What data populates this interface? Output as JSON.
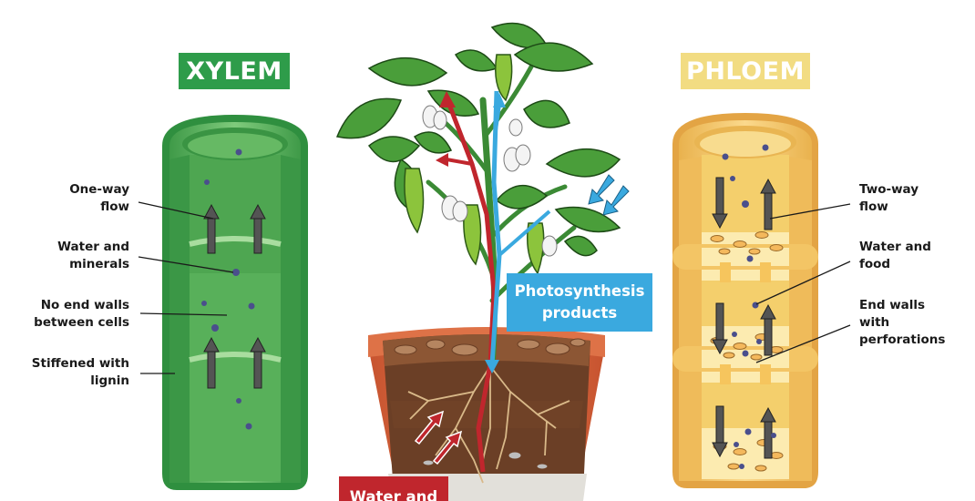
{
  "xylem": {
    "title": "XYLEM",
    "labels": [
      {
        "lines": [
          "One-way",
          "flow"
        ]
      },
      {
        "lines": [
          "Water and",
          "minerals"
        ]
      },
      {
        "lines": [
          "No end walls",
          "between cells"
        ]
      },
      {
        "lines": [
          "Stiffened with",
          "lignin"
        ]
      }
    ]
  },
  "phloem": {
    "title": "PHLOEM",
    "labels": [
      {
        "lines": [
          "Two-way",
          "flow"
        ]
      },
      {
        "lines": [
          "Water and",
          "food"
        ]
      },
      {
        "lines": [
          "End walls",
          "with",
          "perforations"
        ]
      }
    ]
  },
  "plant": {
    "photosynthesis_label": [
      "Photosynthesis",
      "products"
    ],
    "water_label": [
      "Water and"
    ]
  },
  "colors": {
    "xylem_green": "#2e9c4a",
    "phloem_yellow": "#f2dc82",
    "photosynthesis_blue": "#3aa9df",
    "water_red": "#c0262d"
  }
}
